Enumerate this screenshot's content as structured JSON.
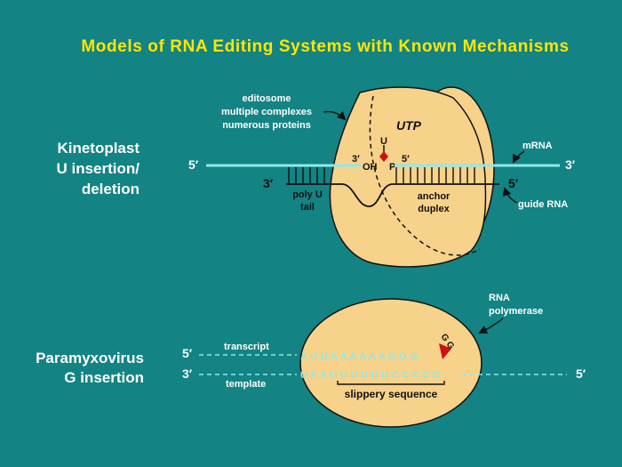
{
  "colors": {
    "background": "#138383",
    "title": "#FFE600",
    "blob": "#F7D28A",
    "rna_line": "#8EEAEA",
    "white_text": "#FFFFFF",
    "dark": "#111111",
    "red": "#CC1111"
  },
  "title": "Models of RNA Editing Systems with Known Mechanisms",
  "kinetoplast": {
    "label_lines": [
      "Kinetoplast",
      "U insertion/",
      "deletion"
    ],
    "editosome_lines": [
      "editosome",
      "multiple complexes",
      "numerous proteins"
    ],
    "utp": "UTP",
    "u_label": "U",
    "oh_label": "OH",
    "p_label": "P",
    "three_prime_oh": "3′",
    "five_prime_p": "5′",
    "mrna_label": "mRNA",
    "mrna_5": "5′",
    "mrna_3": "3′",
    "guide_3": "3′",
    "guide_5": "5′",
    "poly_u_lines": [
      "poly U",
      "tail"
    ],
    "anchor_lines": [
      "anchor",
      "duplex"
    ],
    "guide_rna_label": "guide RNA"
  },
  "paramyxovirus": {
    "label_lines": [
      "Paramyxovirus",
      "G insertion"
    ],
    "polymerase_lines": [
      "RNA",
      "polymerase"
    ],
    "transcript_label": "transcript",
    "template_label": "template",
    "transcript_5": "5′",
    "template_3": "3′",
    "template_5_right": "5′",
    "transcript_seq": "A U U A A A A A A G G G",
    "template_seq": "U A A U U U U U U C C C C C",
    "inserted_g": "G G",
    "slippery_label": "slippery sequence"
  }
}
